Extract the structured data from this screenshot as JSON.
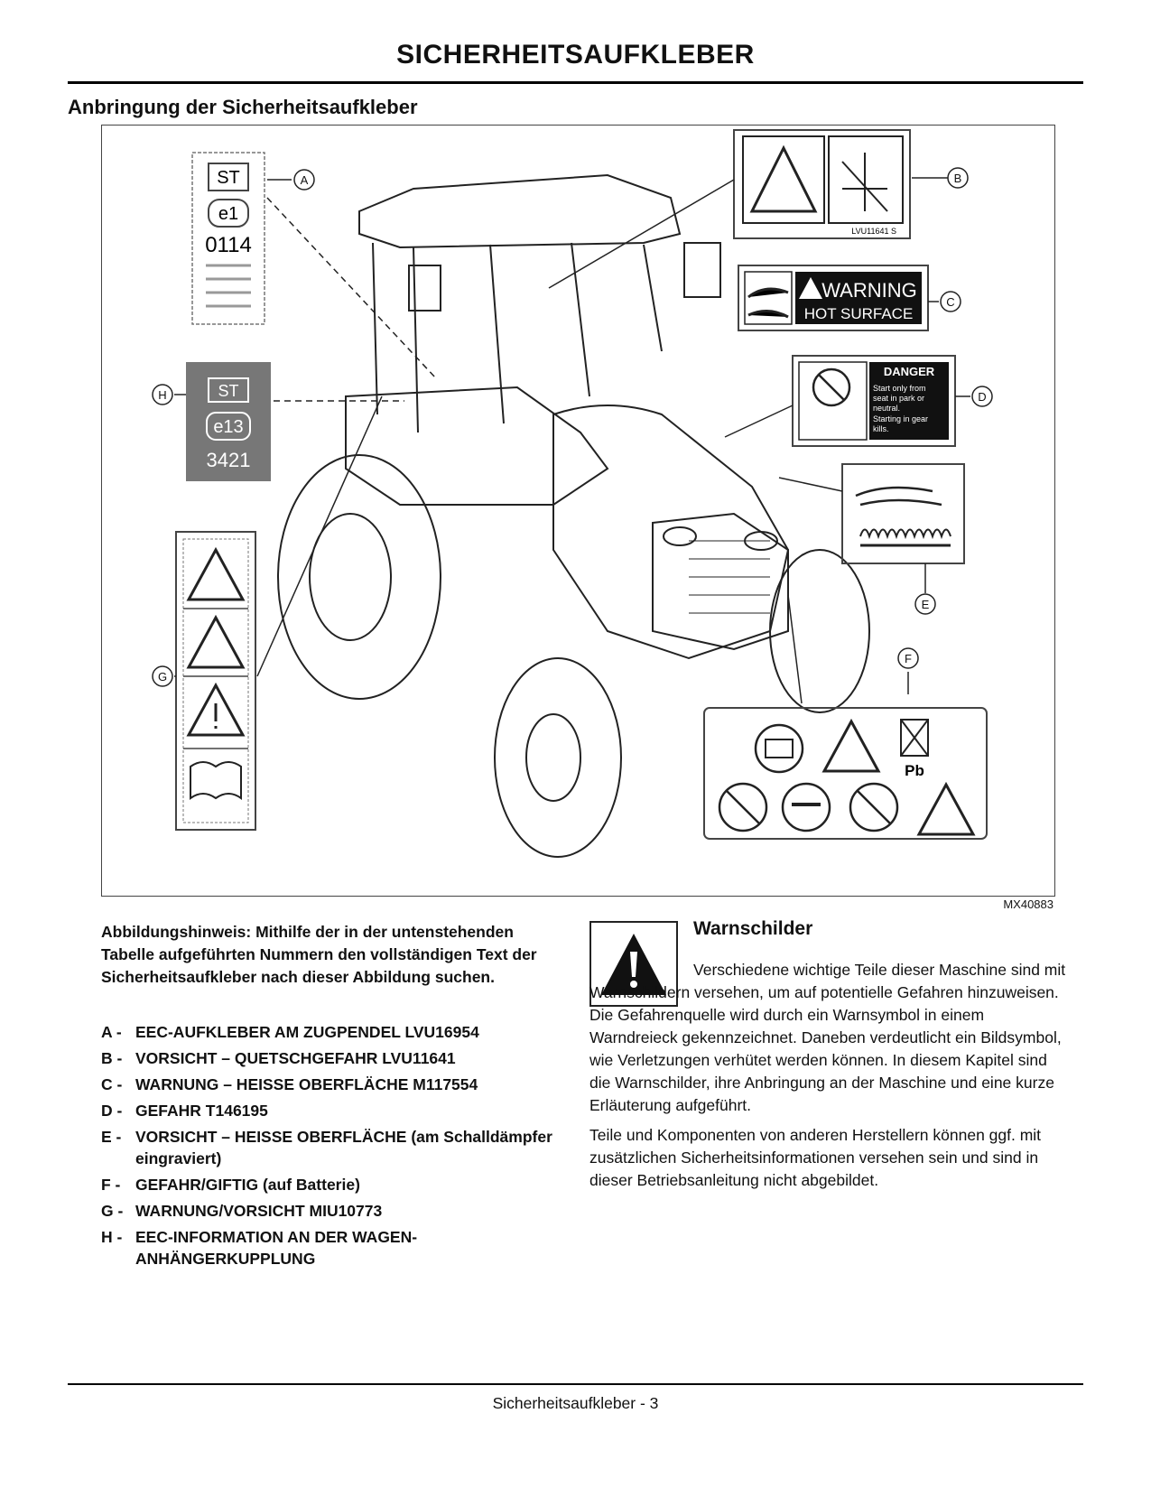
{
  "header": {
    "title": "SICHERHEITSAUFKLEBER"
  },
  "section": {
    "title": "Anbringung der Sicherheitsaufkleber"
  },
  "figure": {
    "id": "MX40883",
    "callouts": [
      "A",
      "B",
      "C",
      "D",
      "E",
      "F",
      "G",
      "H"
    ],
    "decal_a": {
      "lines": [
        "ST",
        "e1",
        "0114"
      ]
    },
    "decal_c": {
      "warning": "WARNING",
      "hot_surface": "HOT SURFACE"
    },
    "decal_d": {
      "danger": "DANGER",
      "text": [
        "Start only from",
        "seat in park or",
        "neutral.",
        "Starting in gear",
        "kills."
      ]
    },
    "decal_b": {
      "part": "LVU11641 S"
    },
    "decal_h": {
      "lines": [
        "ST",
        "e13",
        "3421"
      ]
    },
    "battery_pb": "Pb"
  },
  "note": "Abbildungshinweis: Mithilfe der in der untenstehenden Tabelle aufgeführten Nummern den vollständigen Text der Sicherheitsaufkleber nach dieser Abbildung suchen.",
  "legend": [
    {
      "key": "A -",
      "text": "EEC-AUFKLEBER AM ZUGPENDEL LVU16954"
    },
    {
      "key": "B -",
      "text": "VORSICHT – QUETSCHGEFAHR LVU11641"
    },
    {
      "key": "C -",
      "text": "WARNUNG – HEISSE OBERFLÄCHE M117554"
    },
    {
      "key": "D -",
      "text": "GEFAHR T146195"
    },
    {
      "key": "E -",
      "text": "VORSICHT – HEISSE OBERFLÄCHE (am Schalldämpfer eingraviert)"
    },
    {
      "key": "F -",
      "text": "GEFAHR/GIFTIG (auf Batterie)"
    },
    {
      "key": "G -",
      "text": "WARNUNG/VORSICHT MIU10773"
    },
    {
      "key": "H -",
      "text": "EEC-INFORMATION AN DER WAGEN-ANHÄNGERKUPPLUNG"
    }
  ],
  "warnings": {
    "heading": "Warnschilder",
    "p1": "Verschiedene wichtige Teile dieser Maschine sind mit Warnschildern versehen, um auf potentielle Gefahren hinzuweisen. Die Gefahrenquelle wird durch ein Warnsymbol in einem Warndreieck gekennzeichnet. Daneben verdeutlicht ein Bildsymbol, wie Verletzungen verhütet werden können. In diesem Kapitel sind die Warnschilder, ihre Anbringung an der Maschine und eine kurze Erläuterung aufgeführt.",
    "p2": "Teile und Komponenten von anderen Herstellern können ggf. mit zusätzlichen Sicherheitsinformationen versehen sein und sind in dieser Betriebsanleitung nicht abgebildet."
  },
  "footer": {
    "text": "Sicherheitsaufkleber - 3"
  },
  "icons": {
    "warning_triangle": "warning-triangle-icon"
  }
}
